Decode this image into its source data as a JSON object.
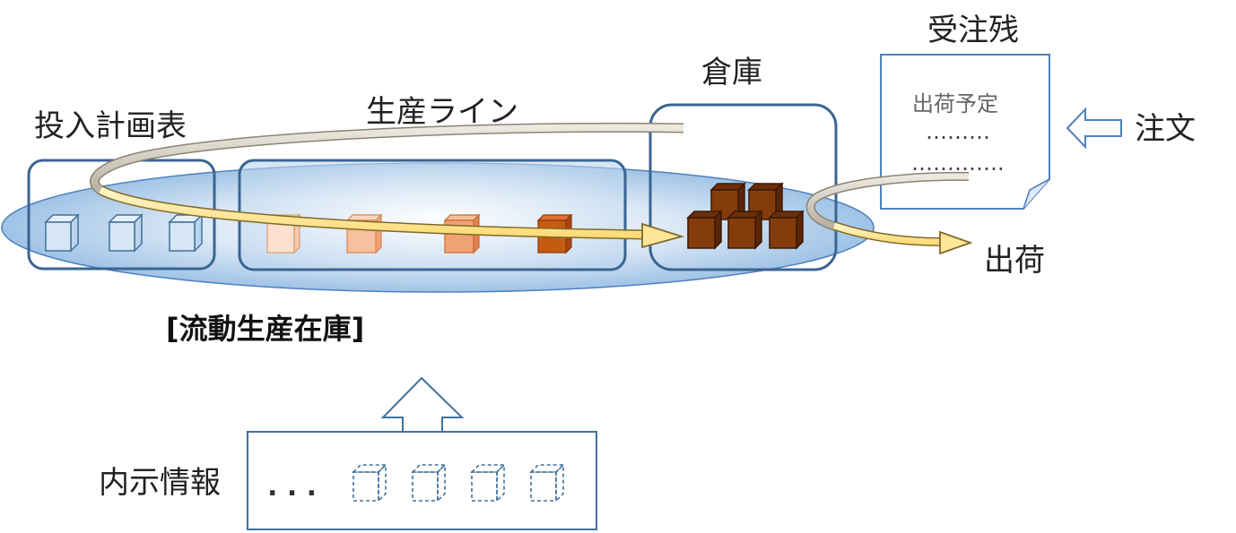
{
  "labels": {
    "plan_table": "投入計画表",
    "production_line": "生産ライン",
    "warehouse": "倉庫",
    "order_backlog": "受注残",
    "order": "注文",
    "shipment": "出荷",
    "flow_inventory": "[流動生産在庫]",
    "directive_info": "内示情報"
  },
  "order_doc": {
    "line1": "出荷予定",
    "line2": "………",
    "line3": "…………."
  },
  "directive_dots": ". . .",
  "colors": {
    "frame_blue": "#41719c",
    "ellipse_fill": "#bdd7ee",
    "arrow_yellow": "#ffe699",
    "arrow_gray": "#c9c3b5",
    "box_brown": "#843c0c"
  }
}
